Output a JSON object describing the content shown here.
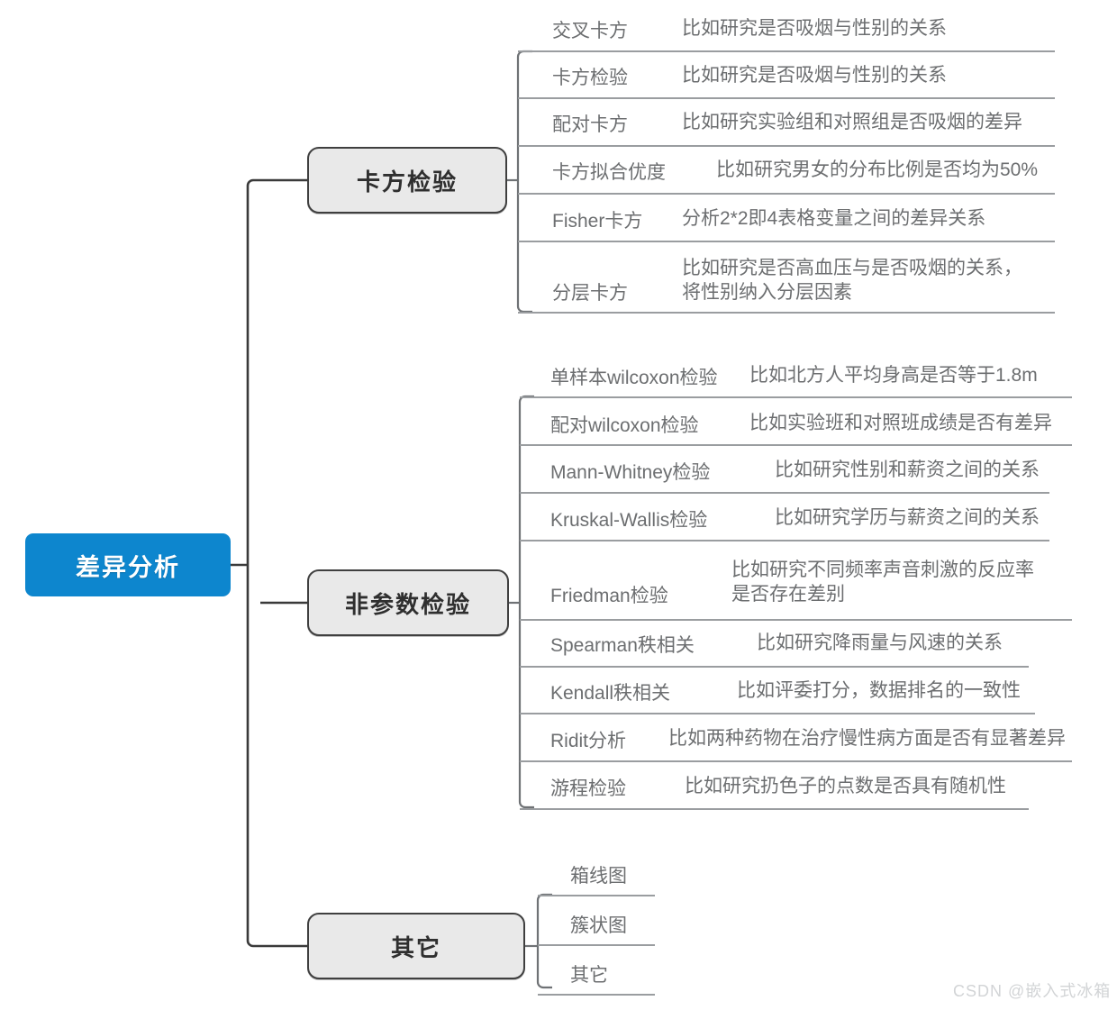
{
  "diagram": {
    "title": "差异分析",
    "type": "mindmap",
    "root": {
      "label": "差异分析",
      "color": "#0d86ce",
      "text_color": "#ffffff"
    },
    "branch_style": {
      "fill": "#e9e9e9",
      "border": "#3f3f3f",
      "text_color": "#2f2f2f"
    },
    "leaf_style": {
      "text_color": "#6c6e70",
      "rule_color": "#9a9da0"
    },
    "branches": [
      {
        "label": "卡方检验",
        "leaves": [
          {
            "label": "交叉卡方",
            "desc": "比如研究是否吸烟与性别的关系"
          },
          {
            "label": "卡方检验",
            "desc": "比如研究是否吸烟与性别的关系"
          },
          {
            "label": "配对卡方",
            "desc": "比如研究实验组和对照组是否吸烟的差异"
          },
          {
            "label": "卡方拟合优度",
            "desc": "比如研究男女的分布比例是否均为50%"
          },
          {
            "label": "Fisher卡方",
            "desc": "分析2*2即4表格变量之间的差异关系"
          },
          {
            "label": "分层卡方",
            "desc": "比如研究是否高血压与是否吸烟的关系，\n将性别纳入分层因素"
          }
        ]
      },
      {
        "label": "非参数检验",
        "leaves": [
          {
            "label": "单样本wilcoxon检验",
            "desc": "比如北方人平均身高是否等于1.8m"
          },
          {
            "label": "配对wilcoxon检验",
            "desc": "比如实验班和对照班成绩是否有差异"
          },
          {
            "label": "Mann-Whitney检验",
            "desc": "比如研究性别和薪资之间的关系"
          },
          {
            "label": "Kruskal-Wallis检验",
            "desc": "比如研究学历与薪资之间的关系"
          },
          {
            "label": "Friedman检验",
            "desc": "比如研究不同频率声音刺激的反应率\n是否存在差别"
          },
          {
            "label": "Spearman秩相关",
            "desc": "比如研究降雨量与风速的关系"
          },
          {
            "label": "Kendall秩相关",
            "desc": "比如评委打分，数据排名的一致性"
          },
          {
            "label": "Ridit分析",
            "desc": "比如两种药物在治疗慢性病方面是否有显著差异"
          },
          {
            "label": "游程检验",
            "desc": "比如研究扔色子的点数是否具有随机性"
          }
        ]
      },
      {
        "label": "其它",
        "leaves": [
          {
            "label": "箱线图",
            "desc": ""
          },
          {
            "label": "簇状图",
            "desc": ""
          },
          {
            "label": "其它",
            "desc": ""
          }
        ]
      }
    ],
    "watermark": "CSDN @嵌入式冰箱"
  }
}
